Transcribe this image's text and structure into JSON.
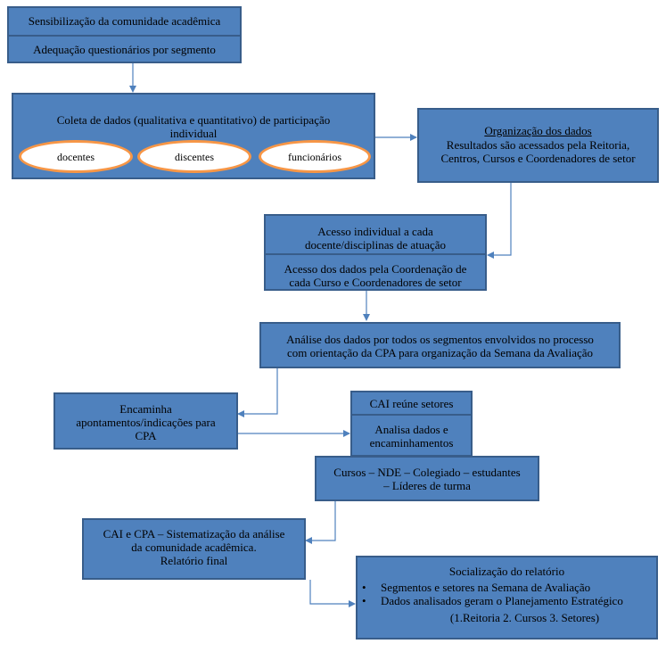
{
  "nodes": {
    "sensibilizacao": "Sensibilização da comunidade acadêmica",
    "adequacao": "Adequação questionários por segmento",
    "coleta": {
      "title": "Coleta de dados (qualitativa e quantitativo) de participação individual",
      "segments": [
        "docentes",
        "discentes",
        "funcionários"
      ]
    },
    "organizacao": {
      "title": "Organização dos dados",
      "body": "Resultados são acessados pela Reitoria, Centros, Cursos e Coordenadores de setor"
    },
    "acesso_individual": "Acesso individual a cada\ndocente/disciplinas de atuação",
    "acesso_coordenacao": "Acesso dos dados pela Coordenação de\ncada Curso e Coordenadores de setor",
    "analise": "Análise dos dados por todos os segmentos envolvidos no processo\ncom orientação da CPA para organização da Semana da Avaliação",
    "encaminha": "Encaminha\napontamentos/indicações para\nCPA",
    "cai_reune": "CAI reúne setores",
    "analisa": "Analisa dados e\nencaminhamentos",
    "cursos": "Cursos – NDE – Colegiado – estudantes\n– Líderes de turma",
    "sistematizacao": "CAI e CPA – Sistematização da análise\nda comunidade acadêmica.\nRelatório final",
    "socializacao": {
      "title": "Socialização do relatório",
      "bullets": [
        "Segmentos e setores na Semana de Avaliação",
        "Dados analisados geram o Planejamento Estratégico"
      ],
      "footer": "(1.Reitoria 2. Cursos 3. Setores)"
    }
  },
  "colors": {
    "box_fill": "#4f81bd",
    "box_border": "#385d8a",
    "oval_border": "#f79646",
    "connector": "#4f81bd"
  }
}
